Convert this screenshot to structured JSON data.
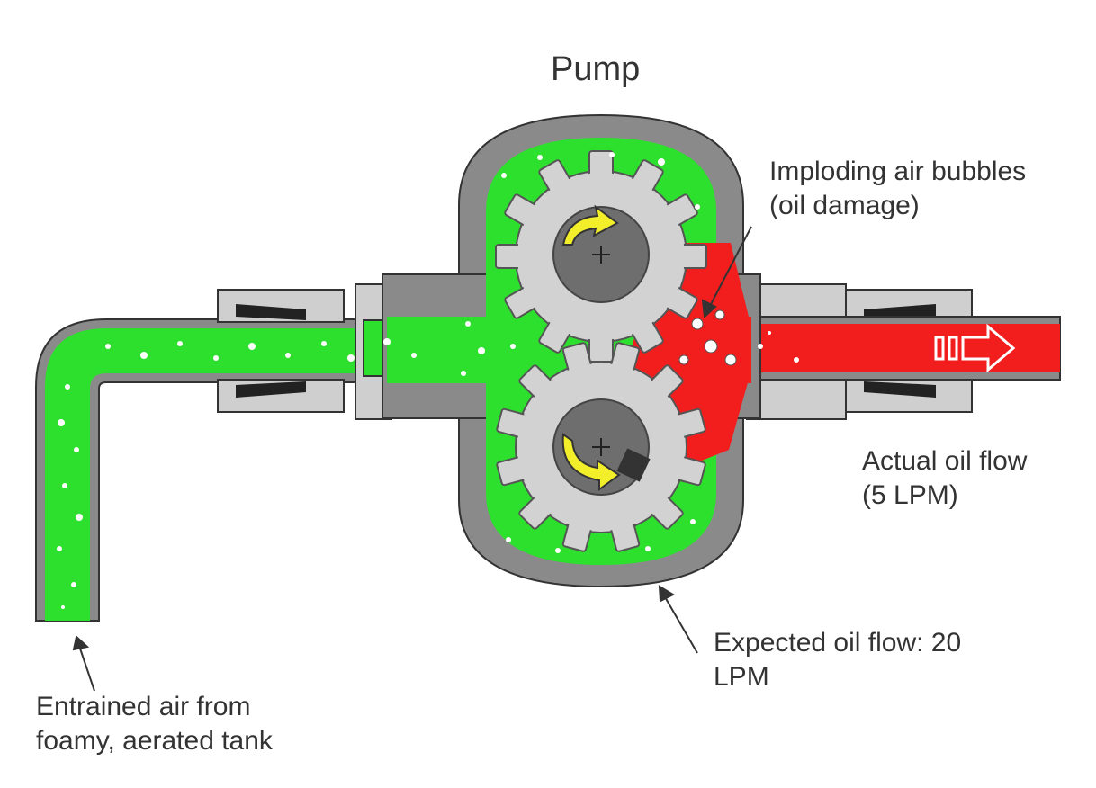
{
  "title": "Pump",
  "labels": {
    "imploding": {
      "line1": "Imploding air bubbles",
      "line2": "(oil damage)"
    },
    "actual": {
      "line1": "Actual oil flow",
      "line2": "(5 LPM)"
    },
    "expected": {
      "line1": "Expected oil flow: 20",
      "line2": "LPM"
    },
    "entrained": {
      "line1": "Entrained air from",
      "line2": "foamy, aerated tank"
    }
  },
  "colors": {
    "aerated_oil": "#2ee02e",
    "damaged_oil": "#f21e1e",
    "housing": "#8c8c8c",
    "gear": "#d2d2d2",
    "shaft": "#6e6e6e",
    "rotation_arrow": "#f2ef2a",
    "bubble": "#ffffff",
    "text": "#333333"
  },
  "icons": [
    "rotation-arrow-icon",
    "flow-arrow-icon",
    "pointer-arrow-icon"
  ]
}
